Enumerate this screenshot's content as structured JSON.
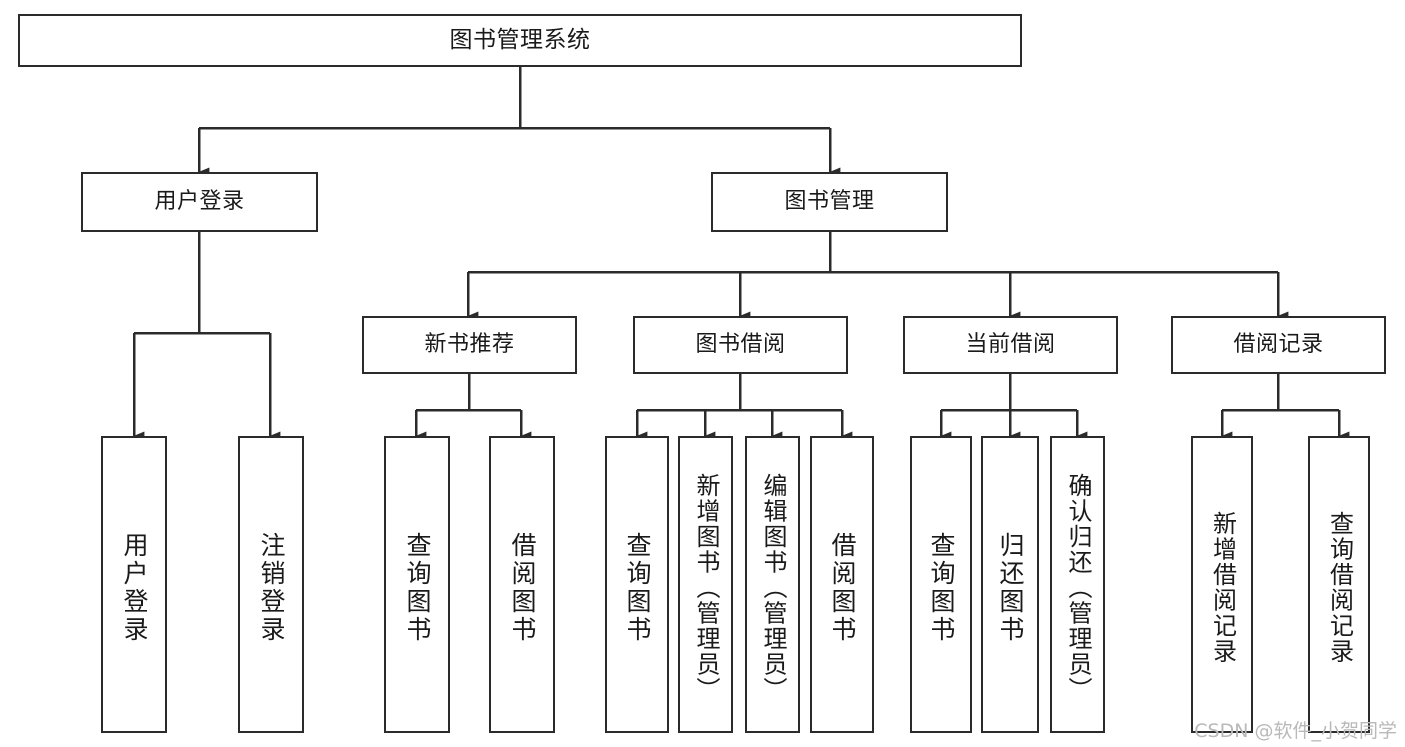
{
  "diagram": {
    "type": "hierarchy-tree",
    "title": "图书管理系统",
    "watermark": "CSDN @软件_小贺同学",
    "colors": {
      "stroke": "#2b2b2b",
      "fill": "#ffffff",
      "text": "#1a1a1a",
      "watermark": "#b9b9b9"
    },
    "nodes": {
      "root": {
        "label": "图书管理系统"
      },
      "level2": [
        {
          "id": "user-login",
          "label": "用户登录"
        },
        {
          "id": "book-management",
          "label": "图书管理"
        }
      ],
      "level3": [
        {
          "id": "new-book-recommend",
          "label": "新书推荐"
        },
        {
          "id": "book-borrow",
          "label": "图书借阅"
        },
        {
          "id": "current-borrow",
          "label": "当前借阅"
        },
        {
          "id": "borrow-record",
          "label": "借阅记录"
        }
      ],
      "leaves": {
        "user_login": [
          {
            "id": "leaf-user-login",
            "label": "用户登录"
          },
          {
            "id": "leaf-logout-login",
            "label": "注销登录"
          }
        ],
        "new_book_recommend": [
          {
            "id": "leaf-query-book-1",
            "label": "查询图书"
          },
          {
            "id": "leaf-borrow-book-1",
            "label": "借阅图书"
          }
        ],
        "book_borrow": [
          {
            "id": "leaf-query-book-2",
            "label": "查询图书"
          },
          {
            "id": "leaf-add-book",
            "label": "新增图书（管理员）"
          },
          {
            "id": "leaf-edit-book",
            "label": "编辑图书（管理员）"
          },
          {
            "id": "leaf-borrow-book-2",
            "label": "借阅图书"
          }
        ],
        "current_borrow": [
          {
            "id": "leaf-query-book-3",
            "label": "查询图书"
          },
          {
            "id": "leaf-return-book",
            "label": "归还图书"
          },
          {
            "id": "leaf-confirm-return",
            "label": "确认归还（管理员）"
          }
        ],
        "borrow_record": [
          {
            "id": "leaf-add-record",
            "label": "新增借阅记录"
          },
          {
            "id": "leaf-query-record",
            "label": "查询借阅记录"
          }
        ]
      }
    }
  }
}
